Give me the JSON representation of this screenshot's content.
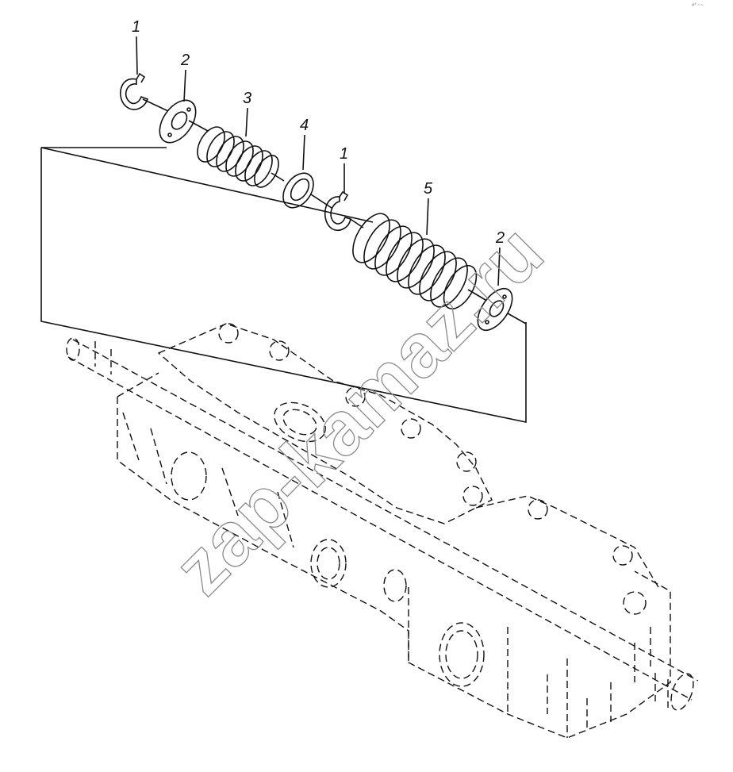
{
  "diagram": {
    "callouts": [
      {
        "id": "c1a",
        "label": "1"
      },
      {
        "id": "c2a",
        "label": "2"
      },
      {
        "id": "c3",
        "label": "3"
      },
      {
        "id": "c4",
        "label": "4"
      },
      {
        "id": "c1b",
        "label": "1"
      },
      {
        "id": "c5",
        "label": "5"
      },
      {
        "id": "c2b",
        "label": "2"
      }
    ],
    "watermark": "zap-kamaz.ru",
    "corner_mark": "#* ~~"
  }
}
